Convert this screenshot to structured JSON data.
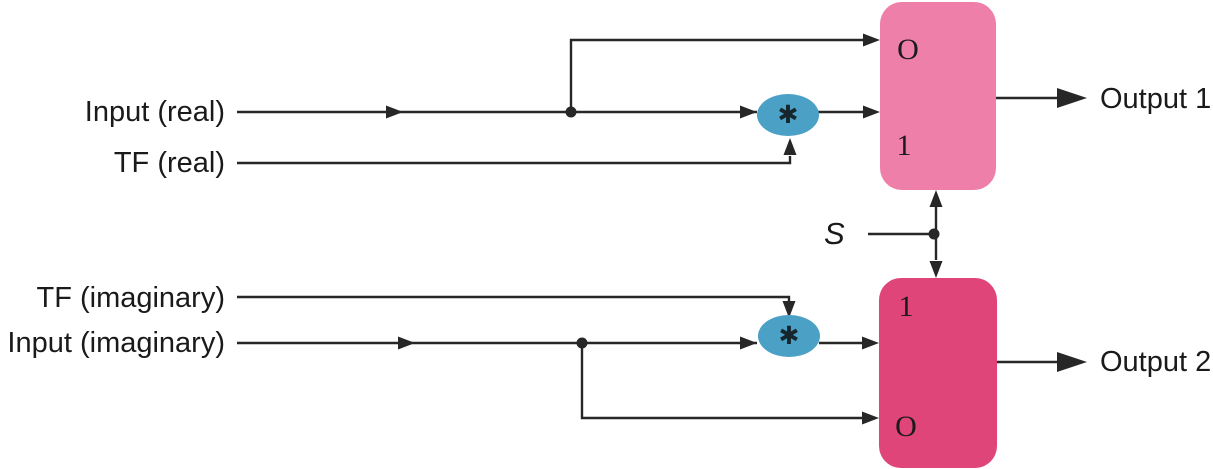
{
  "labels": {
    "input_real": "Input (real)",
    "tf_real": "TF (real)",
    "tf_imaginary": "TF (imaginary)",
    "input_imaginary": "Input (imaginary)",
    "output_1": "Output 1",
    "output_2": "Output 2",
    "select": "S"
  },
  "multiplier_symbol": "✱",
  "mux_top": {
    "port_top": "O",
    "port_bottom": "1"
  },
  "mux_bottom": {
    "port_top": "1",
    "port_bottom": "O"
  },
  "colors": {
    "mux_top_fill": "#ee7fa9",
    "mux_bottom_fill": "#e0457a",
    "multiplier_fill": "#4aa0c5",
    "wire": "#272727",
    "text": "#1a1a1a",
    "background": "#ffffff"
  }
}
